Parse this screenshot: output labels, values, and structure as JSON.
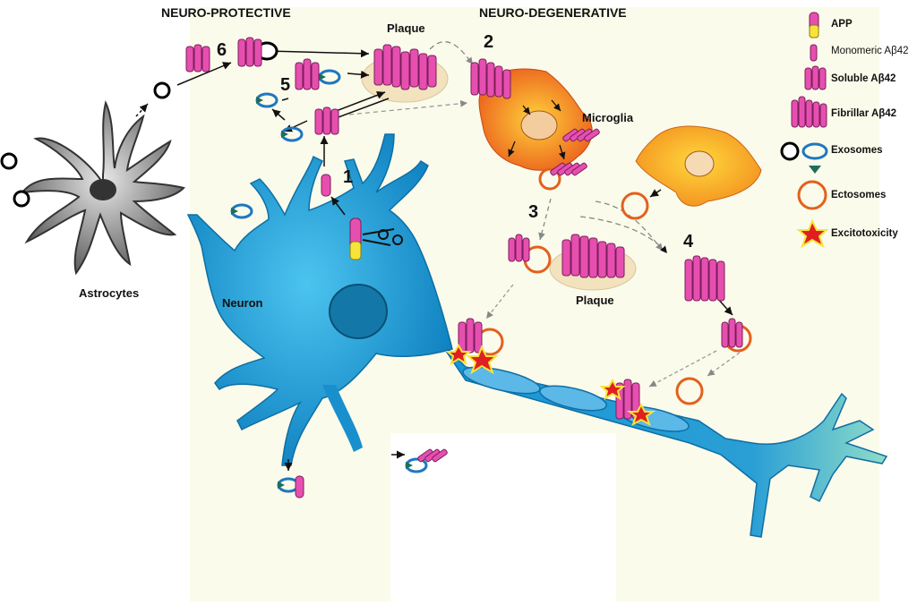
{
  "headers": {
    "protective": "NEURO-PROTECTIVE",
    "degenerative": "NEURO-DEGENERATIVE"
  },
  "labels": {
    "astrocytes": "Astrocytes",
    "neuron": "Neuron",
    "microglia": "Microglia",
    "plaque_top": "Plaque",
    "plaque_bottom": "Plaque"
  },
  "steps": [
    "1",
    "2",
    "3",
    "4",
    "5",
    "6"
  ],
  "legend": [
    {
      "text": "APP",
      "bold": true,
      "icon": "app-icon"
    },
    {
      "text": "Monomeric Aβ42",
      "bold": false,
      "icon": "monomer-icon"
    },
    {
      "text": "Soluble Aβ42",
      "bold": true,
      "icon": "soluble-oligomer-icon"
    },
    {
      "text": "Fibrillar Aβ42",
      "bold": true,
      "icon": "fibril-icon"
    },
    {
      "text": "Exosomes",
      "bold": true,
      "icon": "exosome-icon"
    },
    {
      "text": "Ectosomes",
      "bold": true,
      "icon": "ectosome-icon"
    },
    {
      "text": "Excitotoxicity",
      "bold": true,
      "icon": "excitotoxicity-icon"
    }
  ],
  "colors": {
    "neuron": "#1fa3d8",
    "neuron_dark": "#0d6fa5",
    "axon_end": "#6fd0c4",
    "astrocyte": "#6a6a6a",
    "microglia": "#f7a21b",
    "microglia_dark": "#e8541c",
    "abeta": "#e64fb0",
    "plaque": "#f2e2bd",
    "exosome": "#1e77c0",
    "ectosome": "#e2611d",
    "background": "#fbfbeb"
  }
}
